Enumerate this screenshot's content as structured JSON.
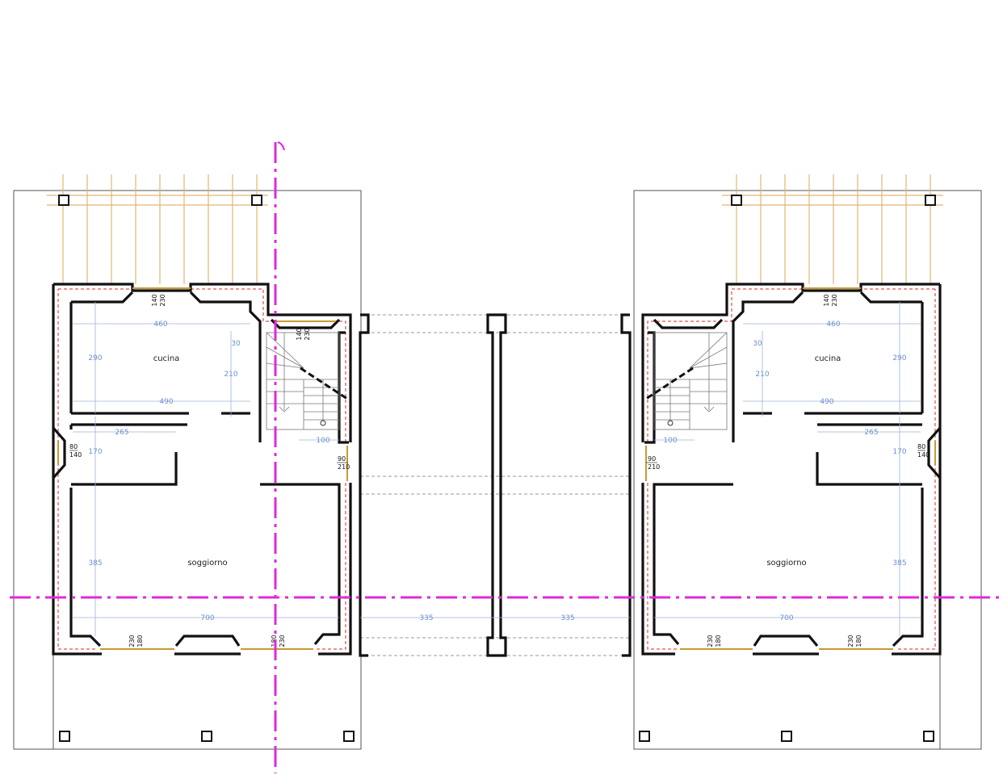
{
  "units": {
    "left": {
      "rooms": {
        "kitchen": "cucina",
        "living": "soggiorno"
      },
      "dims": {
        "kitchen_width": "460",
        "kitchen_height": "290",
        "wall_30": "30",
        "span_210": "210",
        "width_490": "490",
        "corridor_265": "265",
        "corridor_170": "170",
        "living_385": "385",
        "living_700": "700",
        "stair_100": "100"
      },
      "windows": {
        "top_a": "140",
        "top_b": "230",
        "stair_a": "140",
        "stair_b": "230",
        "side_a": "80",
        "side_b": "140",
        "door_a": "90",
        "door_b": "210",
        "bottom1_a": "230",
        "bottom1_b": "180",
        "bottom2_a": "180",
        "bottom2_b": "230"
      }
    },
    "right": {
      "rooms": {
        "kitchen": "cucina",
        "living": "soggiorno"
      },
      "dims": {
        "kitchen_width": "460",
        "kitchen_height": "290",
        "wall_30": "30",
        "span_210": "210",
        "width_490": "490",
        "corridor_265": "265",
        "corridor_170": "170",
        "living_385": "385",
        "living_700": "700",
        "stair_100": "100"
      },
      "windows": {
        "top_a": "140",
        "top_b": "230",
        "side_a": "80",
        "side_b": "140",
        "door_a": "90",
        "door_b": "210",
        "bottom1_a": "230",
        "bottom1_b": "180",
        "bottom2_a": "230",
        "bottom2_b": "180"
      }
    }
  },
  "central": {
    "dim_left": "335",
    "dim_right": "335"
  },
  "colors": {
    "walls": "#111111",
    "dimension_text": "#6b8fd1",
    "axis_line": "#e02ad9",
    "insulation_dashed": "#d62a2a",
    "pergola": "#e0b870"
  }
}
